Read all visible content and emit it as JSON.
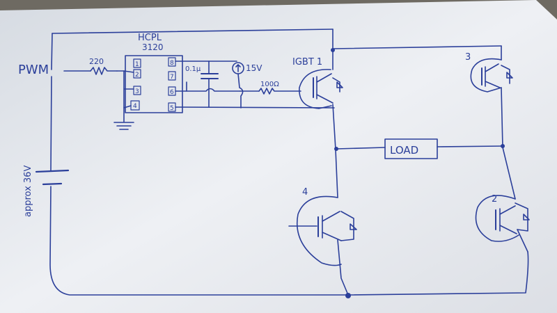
{
  "labels": {
    "pwm": "PWM",
    "ic_name": "HCPL",
    "ic_part": "3120",
    "r_input": "220",
    "cap": "0.1µ",
    "supply": "15V",
    "r_gate": "100Ω",
    "igbt1": "IGBT 1",
    "igbt2": "2",
    "igbt3": "3",
    "igbt4": "4",
    "load": "LOAD",
    "battery": "approx 36V"
  },
  "ic_pins_left": [
    "1",
    "2",
    "3",
    "4"
  ],
  "ic_pins_right": [
    "8",
    "7",
    "6",
    "5"
  ],
  "colors": {
    "ink": "#2b3f9a",
    "paper": "#e8ebf0",
    "background": "#6e6a62"
  }
}
